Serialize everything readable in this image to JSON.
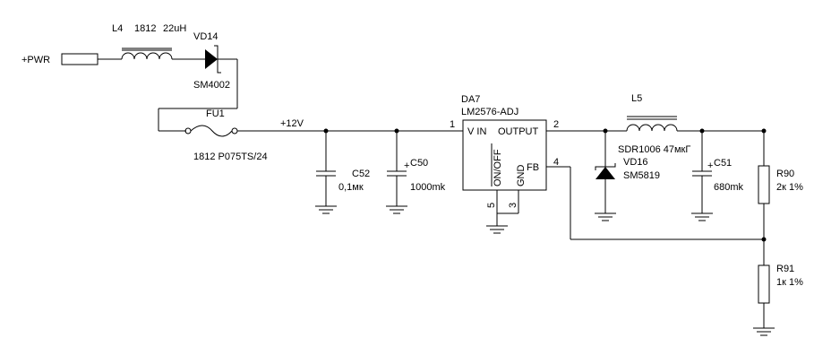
{
  "input": {
    "label": "+PWR"
  },
  "inductor_l4": {
    "ref": "L4",
    "size": "1812",
    "value": "22uH"
  },
  "diode_vd14": {
    "ref": "VD14",
    "part": "SM4002"
  },
  "fuse_fu1": {
    "ref": "FU1",
    "part": "1812 P075TS/24"
  },
  "net_12v": {
    "label": "+12V"
  },
  "cap_c52": {
    "ref": "C52",
    "value": "0,1мк"
  },
  "cap_c50": {
    "ref": "C50",
    "value": "1000mk",
    "polarity": "+"
  },
  "ic_da7": {
    "ref": "DA7",
    "part": "LM2576-ADJ",
    "pins": {
      "vin": {
        "name": "V IN",
        "num": "1"
      },
      "output": {
        "name": "OUTPUT",
        "num": "2"
      },
      "fb": {
        "name": "FB",
        "num": "4"
      },
      "on_off": {
        "name": "ON/OFF",
        "num": "5"
      },
      "gnd": {
        "name": "GND",
        "num": "3"
      }
    }
  },
  "inductor_l5": {
    "ref": "L5",
    "part": "SDR1006 47мкГ"
  },
  "diode_vd16": {
    "ref": "VD16",
    "part": "SM5819"
  },
  "cap_c51": {
    "ref": "C51",
    "value": "680mk",
    "polarity": "+"
  },
  "res_r90": {
    "ref": "R90",
    "value": "2к 1%"
  },
  "res_r91": {
    "ref": "R91",
    "value": "1к 1%"
  }
}
